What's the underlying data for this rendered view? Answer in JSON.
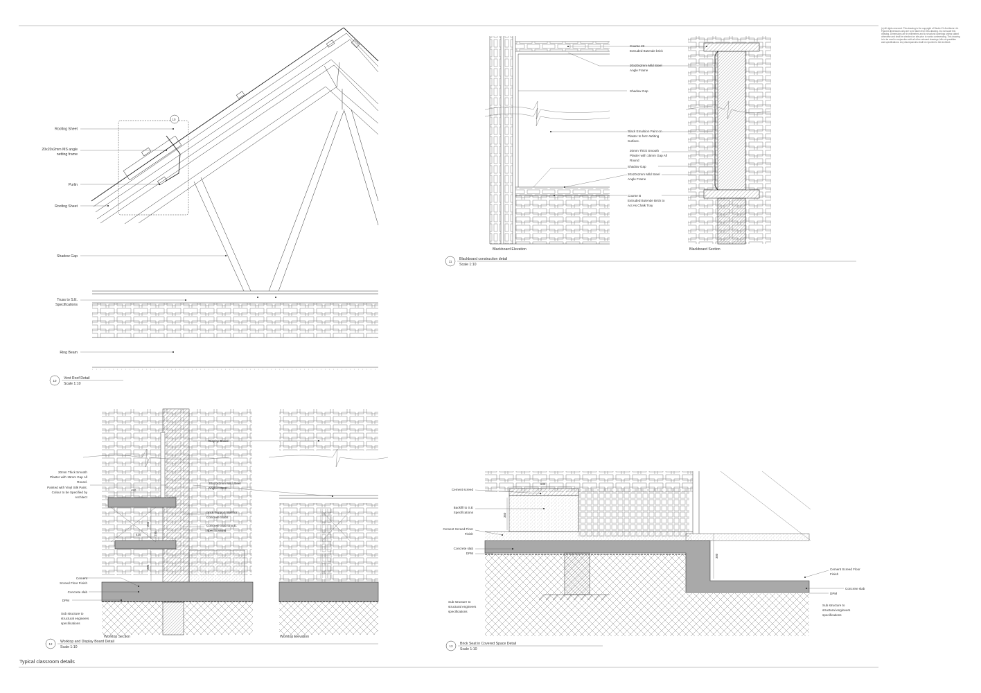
{
  "sheet": {
    "title": "Typical classroom details",
    "copyright_note": [
      "(c) All rights reserved. This drawing is the copyright of Studio XX Architects Ltd.",
      "Figured dimensions only are to be taken from this drawing. Do not scale this",
      "drawing. Dimensions are in millimetres and to structural openings unless stated",
      "otherwise and shall be checked on site prior to works commencing. This drawing",
      "is to be read in conjunction with all other relevant drawings, bills of quantities",
      "and specifications. Any discrepancies shall be reported to the Architect."
    ]
  },
  "details": {
    "d10": {
      "number": "10",
      "name": "Vent Roof  Detail",
      "scale": "Scale 1:10",
      "callout": "10",
      "labels": {
        "roofing_sheet_top": "Roofing Sheet",
        "angle_frame": [
          "20x20x2mm MS angle",
          "netting frame"
        ],
        "purlin": "Purlin",
        "roofing_sheet_bottom": "Roofing Sheet",
        "shadow_gap": "Shadow Gap",
        "truss": [
          "Truss to S.E.",
          "Specifications"
        ],
        "ring_beam": "Ring Beam"
      }
    },
    "d11": {
      "number": "11",
      "name": "Blackboard construction detail",
      "scale": "Scale 1:10",
      "elevation_label": "Blackboard Elevation",
      "section_label": "Blackboard Section",
      "labels": {
        "course23": [
          "Course 23",
          "Extruded Butende brick"
        ],
        "angle1": [
          "20x20x2mm Mild Steel",
          "Angle Frame"
        ],
        "shadow1": "Shadow Gap",
        "paint": [
          "Black Emulsion Paint on",
          "Plaster to form Writing",
          "Surface."
        ],
        "plaster": [
          "20mm Thick Smooth",
          "Plaster with 15mm Gap All",
          "Round"
        ],
        "shadow2": "Shadow Gap",
        "angle2": [
          "20x20x2mm Mild Steel",
          "Angle Frame"
        ],
        "courseB": [
          "Course B",
          "Extruded Butende Brick  to",
          "Act As Chalk Tray"
        ]
      }
    },
    "d12": {
      "number": "12",
      "name": "Worktop and Display Board  Detail",
      "scale": "Scale 1:10",
      "section_label": "Worktop Section",
      "elevation_label": "Worktop Elevation",
      "dims": {
        "top": "480",
        "bottom": "420",
        "v1": "285",
        "v2": "295",
        "v3": "285"
      },
      "labels": {
        "display_board": "Display Board",
        "plaster": [
          "20mm Thick Smooth",
          "Plaster with 15mm Gap All",
          "Round.",
          "Painted with Vinyl Silk Paint.",
          "Colour to be Specified by",
          "Architect"
        ],
        "angle": [
          "20x20x2mm Mild Steel",
          "Angle Frame"
        ],
        "brick_support": [
          "Brick Support Wall for",
          "Concrete Slabs"
        ],
        "slab": [
          "Concrete Slab to S.E.",
          "Specifications"
        ],
        "screed": [
          "Cement",
          "Screed Floor Finish"
        ],
        "concrete_slab": "Concrete slab",
        "dpm": "DPM",
        "sub": [
          "Sub structure to",
          "structural engineers",
          "specifications"
        ]
      }
    },
    "d13": {
      "number": "13",
      "name": "Brick Seat in Covered Space Detail",
      "scale": "Scale 1:10",
      "dims": {
        "w": "600",
        "h1": "360",
        "h2": "380"
      },
      "labels": {
        "cement_screed": "Cement screed",
        "backfill": [
          "Backfill to S.E",
          "Specifications"
        ],
        "screed_floor": [
          "Cement Screed Floor",
          "Finish"
        ],
        "concrete_slab": "Concrete slab",
        "dpm": "DPM",
        "sub": [
          "Sub structure to",
          "structural engineers",
          "specifications"
        ],
        "screed_floor_r": [
          "Cement Screed Floor",
          "Finish"
        ],
        "concrete_slab_r": "Concrete slab",
        "dpm_r": "DPM",
        "sub_r": [
          "Sub structure to",
          "structural engineers",
          "specifications"
        ]
      }
    }
  }
}
